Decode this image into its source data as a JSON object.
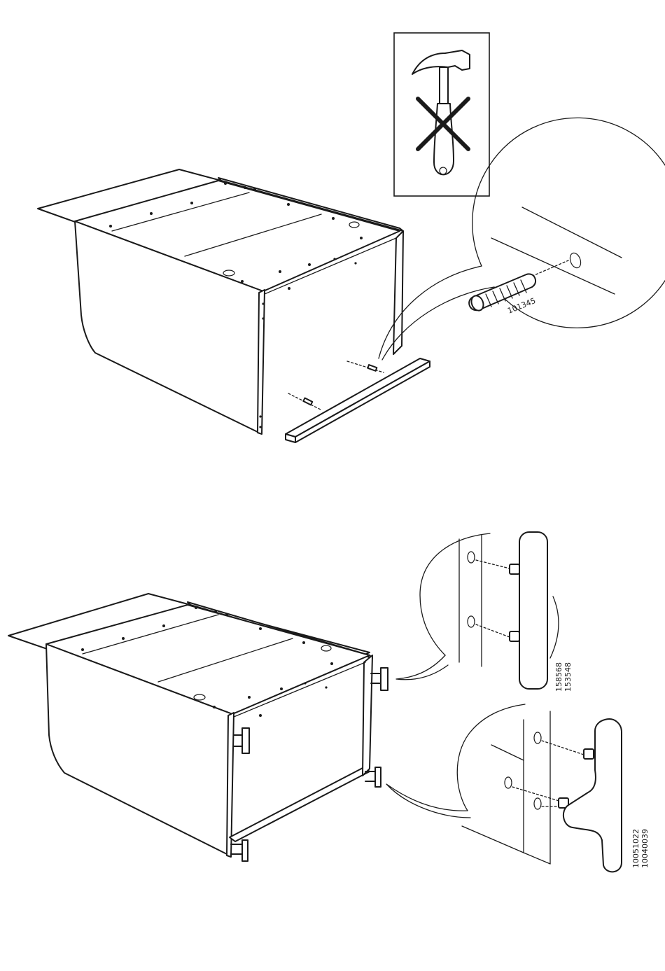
{
  "instructions": {
    "step1": {
      "warning_icons": [
        "hammer-icon",
        "prohibited-x-icon"
      ],
      "part_dowel": "101345"
    },
    "step2": {
      "part_handle_a": [
        "158568",
        "153548"
      ],
      "part_handle_b": [
        "10051022",
        "10040039"
      ]
    }
  },
  "colors": {
    "ink": "#1a1a1a",
    "paper": "#ffffff"
  }
}
